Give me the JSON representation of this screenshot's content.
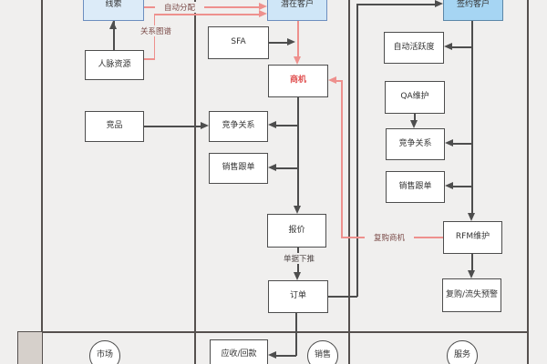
{
  "diagram": {
    "type": "crm-sales-flowchart-swimlane",
    "nodes": {
      "leads": "线索",
      "network_resources": "人脉资源",
      "competitor_products": "竞品",
      "sfa": "SFA",
      "prospects": "潜在客户",
      "opportunity": "商机",
      "competition_mid": "竞争关系",
      "sales_followup_mid": "销售跟单",
      "quotation": "报价",
      "order": "订单",
      "signed_customers": "签约客户",
      "auto_activity": "自动活跃度",
      "qa_maintenance": "QA维护",
      "competition_right": "竞争关系",
      "sales_followup_right": "销售跟单",
      "rfm_maintenance": "RFM维护",
      "repurchase_churn_warning": "复购/流失预警"
    },
    "edge_labels": {
      "auto_assign": "自动分配",
      "relation_graph": "关系图谱",
      "repurchase_opportunity": "复购商机",
      "doc_pushdown": "单据下推"
    },
    "lanes": {
      "market": "市场",
      "receivable": "应收/回款",
      "sales": "销售",
      "service": "服务"
    },
    "colors": {
      "canvas_bg": "#f0efee",
      "node_fill": "#ffffff",
      "node_border": "#4d4d4d",
      "leads_fill": "#dcebf8",
      "prospects_fill": "#cfe6f7",
      "signed_fill": "#a6d5f3",
      "blue_border": "#6c8ebf",
      "edge_black": "#4d4d4d",
      "edge_red": "#ee908d",
      "opportunity_text": "#e04f4f",
      "lane_header_fill": "#d6d0cb"
    }
  }
}
